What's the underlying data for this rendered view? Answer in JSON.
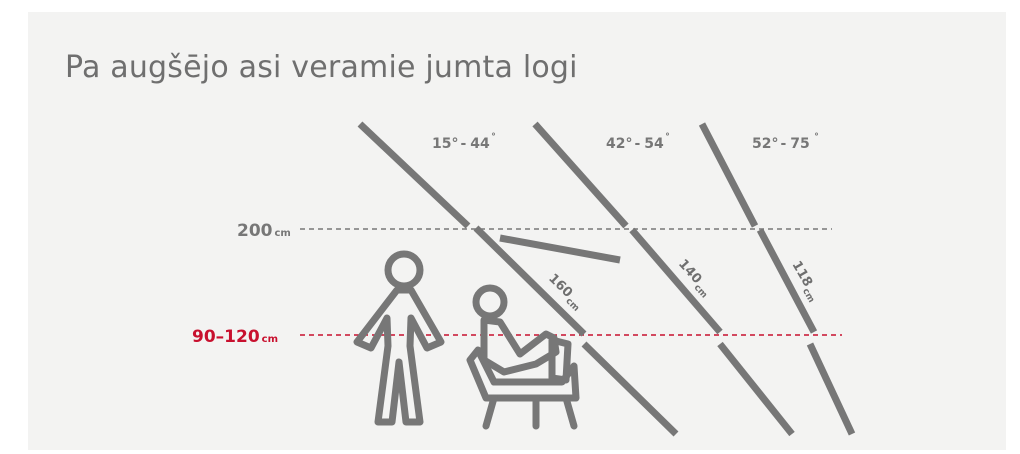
{
  "title": "Pa augšējo asi veramie jumta logi",
  "heights": {
    "upper": {
      "value": "200",
      "unit": "cm"
    },
    "lower": {
      "value": "90–120",
      "unit": "cm"
    }
  },
  "windows": [
    {
      "angle_from": "15°",
      "angle_sep": "-",
      "angle_to": "44",
      "deg": "˚",
      "length": "160",
      "unit": "cm"
    },
    {
      "angle_from": "42°",
      "angle_sep": "-",
      "angle_to": "54",
      "deg": "˚",
      "length": "140",
      "unit": "cm"
    },
    {
      "angle_from": "52°",
      "angle_sep": "-",
      "angle_to": "75",
      "deg": "˚",
      "length": "118",
      "unit": "cm"
    }
  ],
  "colors": {
    "accent_red": "#c8102e",
    "line_grey": "#777777",
    "background": "#f3f3f2"
  },
  "icons": [
    "standing-person-icon",
    "seated-person-icon"
  ]
}
